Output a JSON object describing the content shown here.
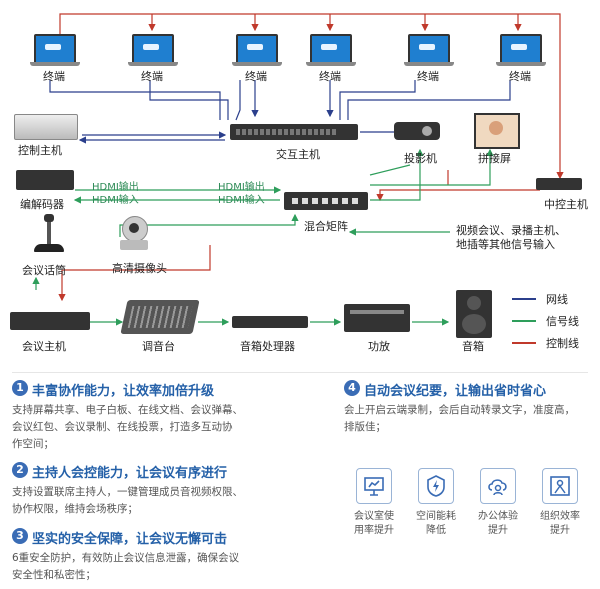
{
  "diagram": {
    "terminals": [
      "终端",
      "终端",
      "终端",
      "终端",
      "终端",
      "终端"
    ],
    "devices": {
      "control_host": "控制主机",
      "interaction_host": "交互主机",
      "projector": "投影机",
      "splice_screen": "拼接屏",
      "central_control": "中控主机",
      "decoder": "编解码器",
      "mixing_matrix": "混合矩阵",
      "conference_mic": "会议话筒",
      "hd_camera": "高清摄像头",
      "conference_host": "会议主机",
      "mixer": "调音台",
      "speaker_processor": "音箱处理器",
      "amplifier": "功放",
      "speaker": "音箱"
    },
    "signal_labels": {
      "hdmi_out_1": "HDMI输出",
      "hdmi_in_1": "HDMI输入",
      "hdmi_out_2": "HDMI输出",
      "hdmi_in_2": "HDMI输入"
    },
    "other_input": [
      "视频会议、录播主机、",
      "地插等其他信号输入"
    ],
    "legend": [
      {
        "label": "网线",
        "color": "#2b3f8c"
      },
      {
        "label": "信号线",
        "color": "#2e9e5b"
      },
      {
        "label": "控制线",
        "color": "#c0392b"
      }
    ]
  },
  "features": [
    {
      "num": "1",
      "title": "丰富协作能力，让效率加倍升级",
      "desc": [
        "支持屏幕共享、电子白板、在线文档、会议弹幕、",
        "会议红包、会议录制、在线投票，打造多互动协",
        "作空间；"
      ]
    },
    {
      "num": "2",
      "title": "主持人会控能力，让会议有序进行",
      "desc": [
        "支持设置联席主持人，一键管理成员音视频权限、",
        "协作权限，维持会场秩序；"
      ]
    },
    {
      "num": "3",
      "title": "坚实的安全保障，让会议无懈可击",
      "desc": [
        "6重安全防护，有效防止会议信息泄露，确保会议",
        "安全性和私密性；"
      ]
    },
    {
      "num": "4",
      "title": "自动会议纪要，让输出省时省心",
      "desc": [
        "会上开启云端录制，会后自动转录文字，准度高，",
        "排版佳；"
      ]
    }
  ],
  "benefits": [
    {
      "icon": "presentation-icon",
      "lines": [
        "会议室使",
        "用率提升"
      ]
    },
    {
      "icon": "energy-icon",
      "lines": [
        "空间能耗",
        "降低"
      ]
    },
    {
      "icon": "cloud-user-icon",
      "lines": [
        "办公体验",
        "提升"
      ]
    },
    {
      "icon": "efficiency-icon",
      "lines": [
        "组织效率",
        "提升"
      ]
    }
  ]
}
